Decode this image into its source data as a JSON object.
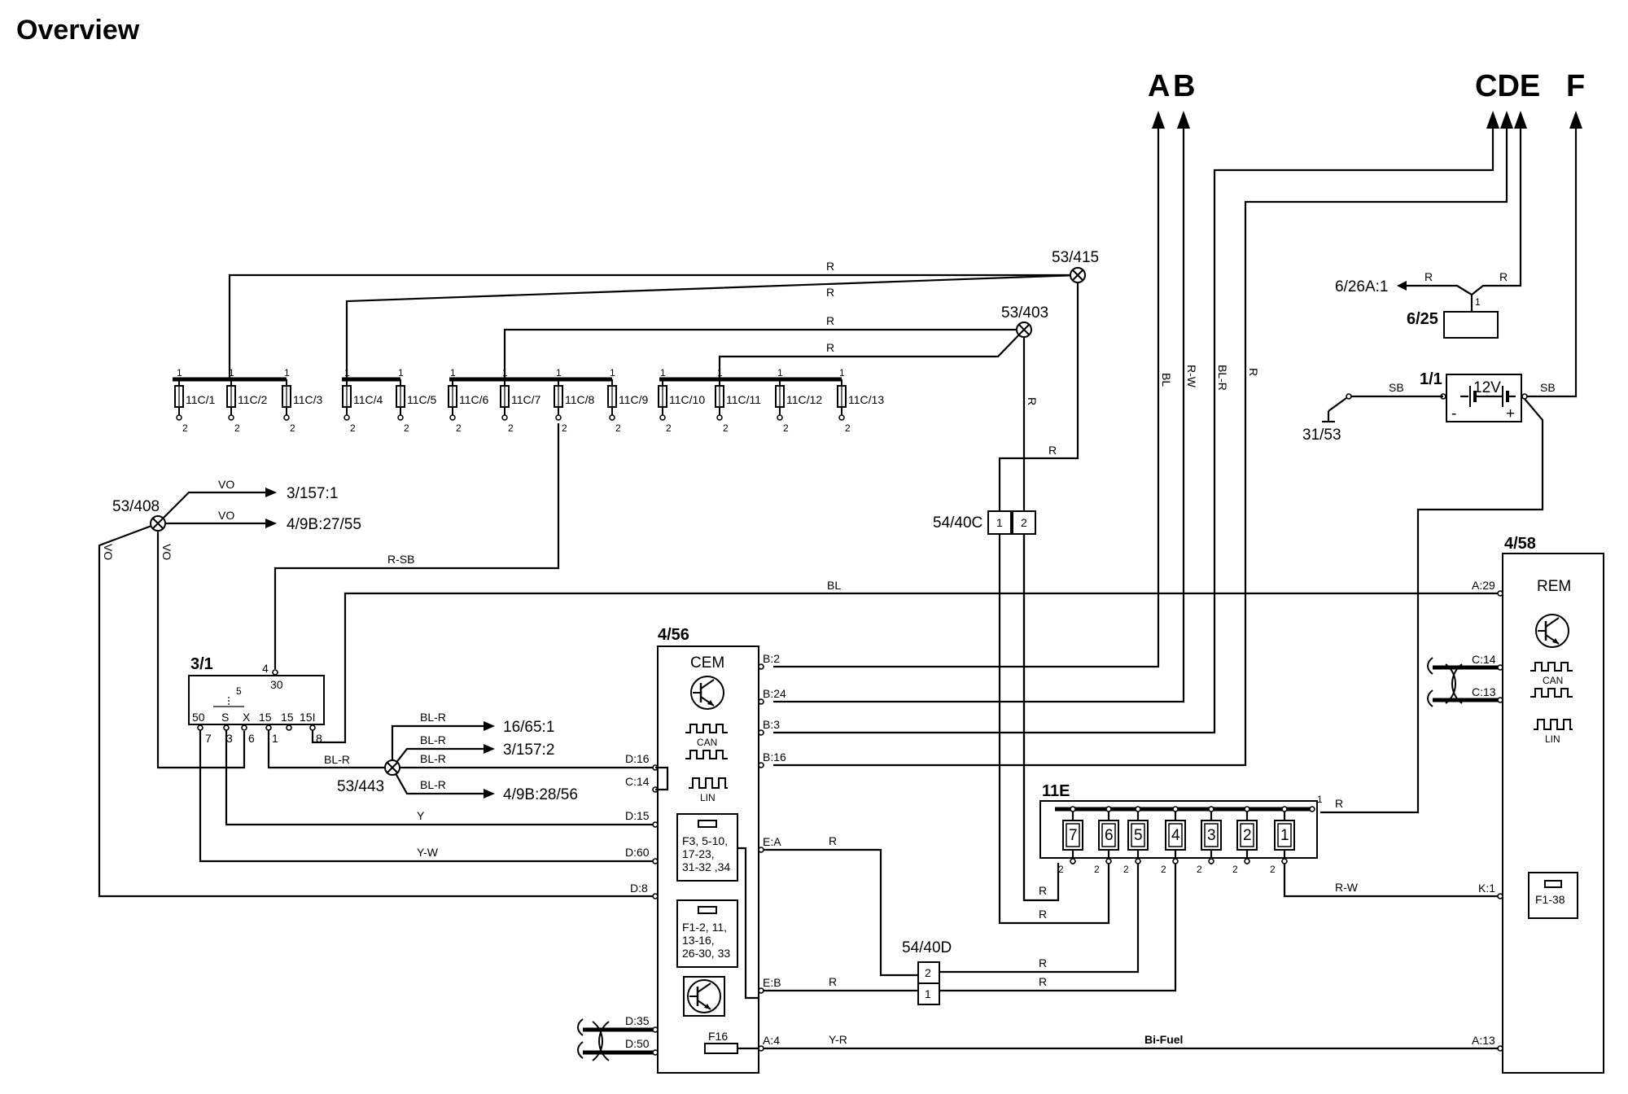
{
  "title": "Overview",
  "arrows": [
    "A",
    "B",
    "C",
    "D",
    "E",
    "F"
  ],
  "arrow_group_cde": "CDE",
  "fuse_row": {
    "pin_top": "1",
    "pin_bottom": "2",
    "labels": [
      "11C/1",
      "11C/2",
      "11C/3",
      "11C/4",
      "11C/5",
      "11C/6",
      "11C/7",
      "11C/8",
      "11C/9",
      "11C/10",
      "11C/11",
      "11C/12",
      "11C/13"
    ]
  },
  "splices": {
    "s415": "53/415",
    "s403": "53/403",
    "s408": "53/408",
    "s443": "53/443"
  },
  "connectors": {
    "c40c": "54/40C",
    "c40c_pins": [
      "1",
      "2"
    ],
    "c40d": "54/40D",
    "c40d_pins": [
      "2",
      "1"
    ]
  },
  "ground": "31/53",
  "battery": {
    "id": "1/1",
    "label": "12V",
    "minus": "-",
    "plus": "+"
  },
  "comp625": {
    "id": "6/25",
    "dest": "6/26A:1",
    "pin": "1"
  },
  "destinations": {
    "d3157_1": "3/157:1",
    "d49b2755": "4/9B:27/55",
    "d1665": "16/65:1",
    "d3157_2": "3/157:2",
    "d49b2856": "4/9B:28/56"
  },
  "wire_colors": {
    "r": "R",
    "bl": "BL",
    "rw": "R-W",
    "blr": "BL-R",
    "vo": "VO",
    "rsb": "R-SB",
    "y": "Y",
    "yw": "Y-W",
    "yr": "Y-R",
    "sb": "SB"
  },
  "switch31": {
    "id": "3/1",
    "top_pin": "4",
    "top_term": "30",
    "inner_pin": "5",
    "terms": [
      "50",
      "S",
      "X",
      "15",
      "15",
      "15I"
    ],
    "pins": [
      "7",
      "3",
      "6",
      "1",
      "8"
    ]
  },
  "cem": {
    "id": "4/56",
    "name": "CEM",
    "can": "CAN",
    "lin": "LIN",
    "fuses_a": "F3, 5-10,\n17-23,\n31-32 ,34",
    "fuses_b": "F1-2, 11,\n13-16,\n26-30, 33",
    "f16": "F16",
    "pins_right": [
      "B:2",
      "B:24",
      "B:3",
      "B:16",
      "E:A",
      "E:B",
      "A:4"
    ],
    "pins_left": [
      "D:16",
      "C:14",
      "D:15",
      "D:60",
      "D:8",
      "D:35",
      "D:50"
    ]
  },
  "rem": {
    "id": "4/58",
    "name": "REM",
    "can": "CAN",
    "lin": "LIN",
    "fuse": "F1-38",
    "pins": [
      "A:29",
      "C:14",
      "C:13",
      "K:1",
      "A:13"
    ]
  },
  "relay_block": {
    "id": "11E",
    "pin_out": "1",
    "slots": [
      "7",
      "6",
      "5",
      "4",
      "3",
      "2",
      "1"
    ],
    "pin_bottom": "2"
  },
  "bifuel": "Bi-Fuel"
}
